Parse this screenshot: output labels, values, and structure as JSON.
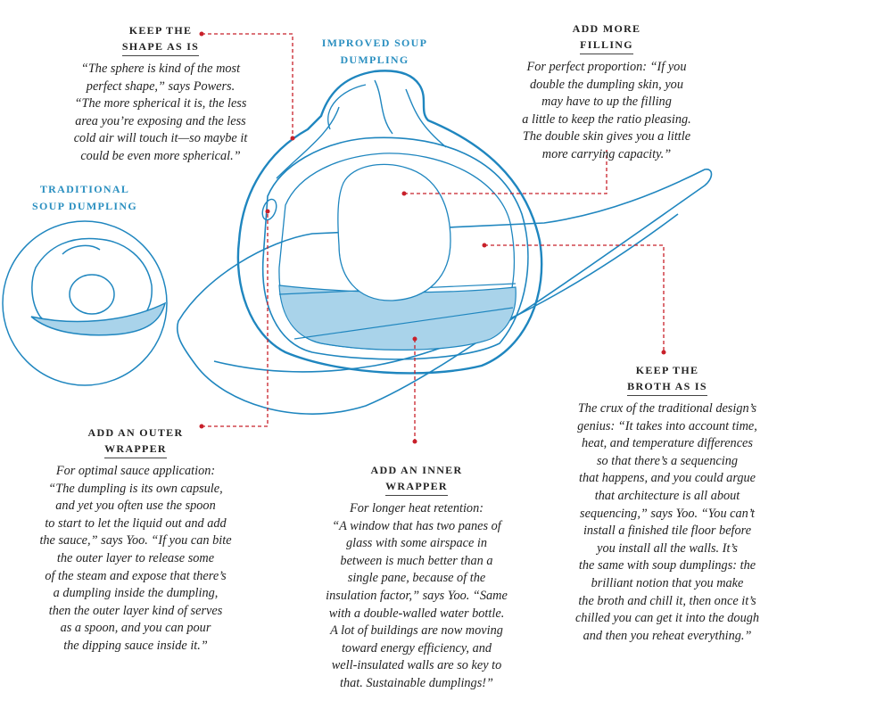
{
  "labels": {
    "traditional": [
      "TRADITIONAL",
      "SOUP DUMPLING"
    ],
    "improved": [
      "IMPROVED SOUP",
      "DUMPLING"
    ]
  },
  "callouts": {
    "shape": {
      "heading": [
        "KEEP THE",
        "SHAPE AS IS"
      ],
      "body": [
        "“The sphere is kind of the most",
        "perfect shape,” says Powers.",
        "“The more spherical it is, the less",
        "area you’re exposing and the less",
        "cold air will touch it—so maybe it",
        "could be even more spherical.”"
      ]
    },
    "filling": {
      "heading": [
        "ADD MORE",
        "FILLING"
      ],
      "body": [
        "For perfect proportion: “If you",
        "double the dumpling skin, you",
        "may have to up the filling",
        "a little to keep the ratio pleasing.",
        "The double skin gives you a little",
        "more carrying capacity.”"
      ]
    },
    "broth": {
      "heading": [
        "KEEP THE",
        "BROTH AS IS"
      ],
      "body": [
        "The crux of the traditional design’s",
        "genius: “It takes into account time,",
        "heat, and temperature differences",
        "so that there’s a sequencing",
        "that happens, and you could argue",
        "that architecture is all about",
        "sequencing,” says Yoo. “You can’t",
        "install a finished tile floor before",
        "you install all the walls. It’s",
        "the same with soup dumplings: the",
        "brilliant notion that you make",
        "the broth and chill it, then once it’s",
        "chilled you can get it into the dough",
        "and then you reheat everything.”"
      ]
    },
    "outer": {
      "heading": [
        "ADD AN OUTER",
        "WRAPPER"
      ],
      "body": [
        "For optimal sauce application:",
        "“The dumpling is its own capsule,",
        "and yet you often use the spoon",
        "to start to let the liquid out and add",
        "the sauce,” says Yoo. “If you can bite",
        "the outer layer to release some",
        "of the steam and expose that there’s",
        "a dumpling inside the dumpling,",
        "then the outer layer kind of serves",
        "as a spoon, and you can pour",
        "the dipping sauce inside it.”"
      ]
    },
    "inner": {
      "heading": [
        "ADD AN INNER",
        "WRAPPER"
      ],
      "body": [
        "For longer heat retention:",
        "“A window that has two panes of",
        "glass with some airspace in",
        "between is much better than a",
        "single pane, because of the",
        "insulation factor,” says Yoo. “Same",
        "with a double-walled water bottle.",
        "A lot of buildings are now moving",
        "toward energy efficiency, and",
        "well-insulated walls are so key to",
        "that. Sustainable dumplings!”"
      ]
    }
  },
  "colors": {
    "line": "#1f86bf",
    "broth": "#a9d3ea",
    "leader": "#c8202a"
  }
}
